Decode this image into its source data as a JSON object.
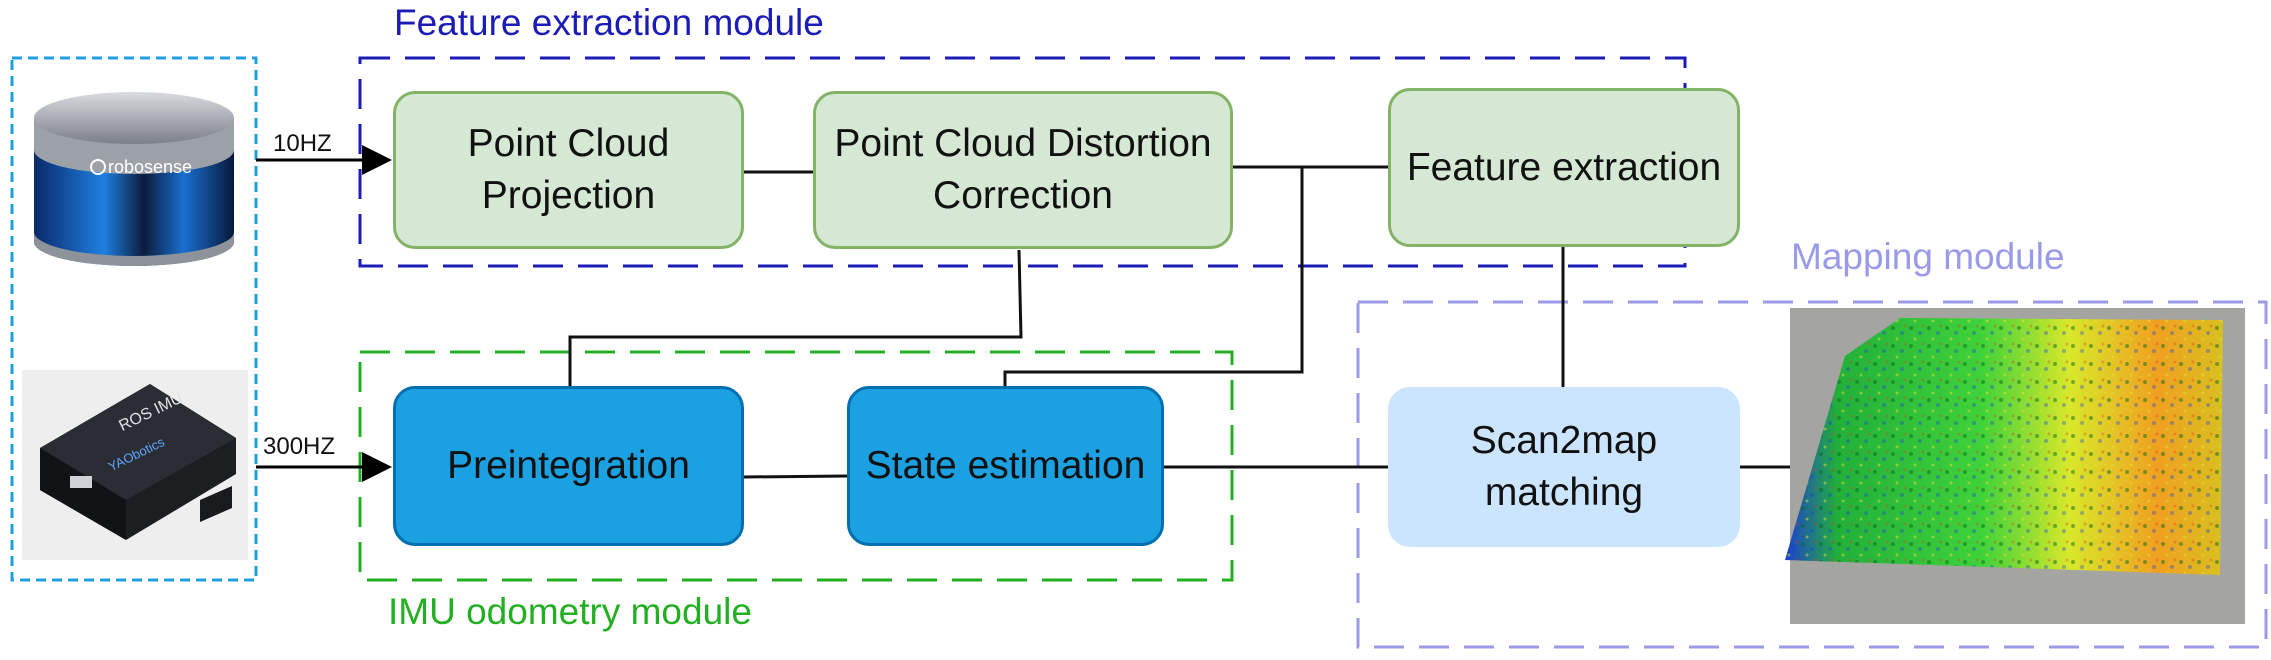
{
  "modules": {
    "feature": {
      "label": "Feature extraction module",
      "color": "#1b1bb8"
    },
    "imu": {
      "label": "IMU odometry module",
      "color": "#22b022"
    },
    "mapping": {
      "label": "Mapping module",
      "color": "#9a9ae8"
    }
  },
  "sensors": {
    "lidar": {
      "brand": "robosense",
      "rate": "10HZ"
    },
    "imu": {
      "text": "ROS IMU",
      "brand": "YAObotics",
      "rate": "300HZ"
    }
  },
  "boxes": {
    "point_cloud_projection": "Point Cloud\nProjection",
    "distortion_correction": "Point Cloud Distortion\nCorrection",
    "feature_extraction": "Feature extraction",
    "preintegration": "Preintegration",
    "state_estimation": "State estimation",
    "scan2map": "Scan2map\nmatching"
  },
  "colors": {
    "green_fill": "#d5e8d4",
    "green_border": "#82b366",
    "blue_fill": "#1ba1e2",
    "blue_border": "#006eaf",
    "light_blue_fill": "#cce5ff",
    "sensor_frame": "#1ba1e2"
  }
}
